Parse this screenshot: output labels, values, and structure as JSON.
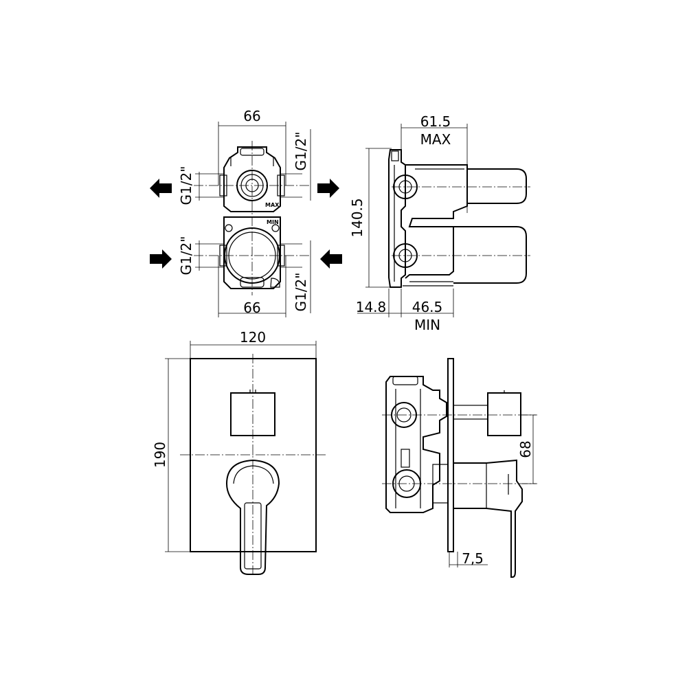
{
  "dimensions": {
    "front_top_width": "66",
    "front_bottom_width": "66",
    "inlet_top_left": "G1/2\"",
    "inlet_top_right": "G1/2\"",
    "inlet_bottom_left": "G1/2\"",
    "inlet_bottom_right": "G1/2\"",
    "label_max": "MAX",
    "label_min": "MIN",
    "side_depth_max": "61.5",
    "side_max_label": "MAX",
    "side_height": "140.5",
    "side_offset": "14.8",
    "side_depth_min": "46.5",
    "side_min_label": "MIN",
    "plate_width": "120",
    "plate_height": "190",
    "axis_distance": "68",
    "plate_thickness": "7,5"
  }
}
